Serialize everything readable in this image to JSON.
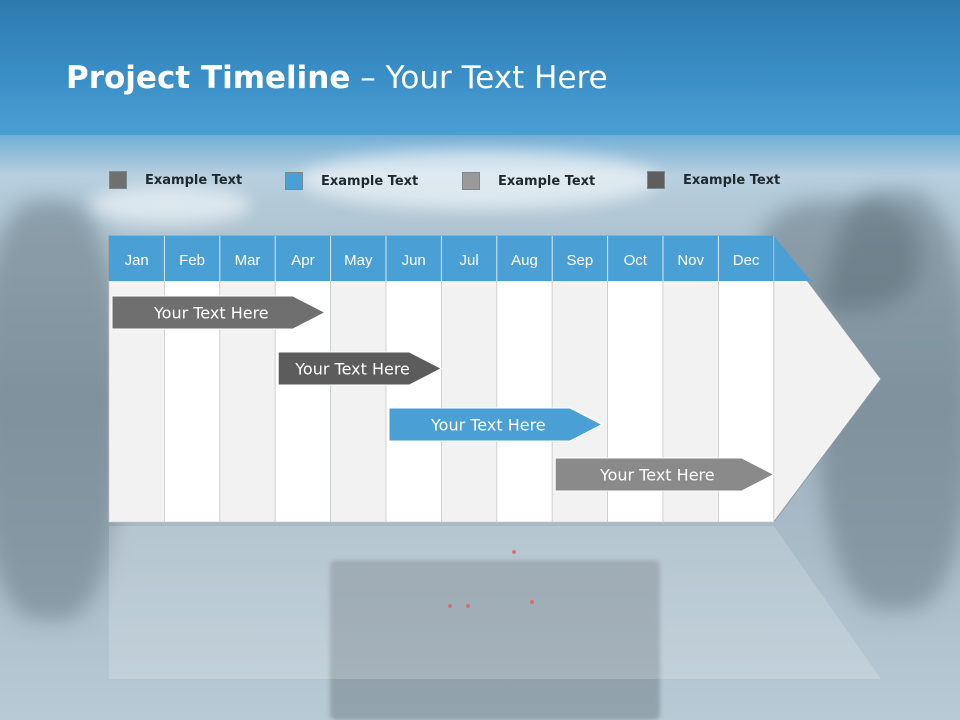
{
  "title": {
    "bold": "Project Timeline",
    "rest": " – Your Text Here"
  },
  "legend": [
    {
      "label": "Example Text",
      "color": "#707070"
    },
    {
      "label": "Example Text",
      "color": "#4a9fd4"
    },
    {
      "label": "Example Text",
      "color": "#9a9a9a"
    },
    {
      "label": "Example Text",
      "color": "#5e5e5e"
    }
  ],
  "months": [
    "Jan",
    "Feb",
    "Mar",
    "Apr",
    "May",
    "Jun",
    "Jul",
    "Aug",
    "Sep",
    "Oct",
    "Nov",
    "Dec"
  ],
  "tasks": [
    {
      "label": "Your  Text Here",
      "start": 0,
      "end": 3.9,
      "color": "#6f6f6f"
    },
    {
      "label": "Your  Text Here",
      "start": 3,
      "end": 6,
      "color": "#5c5c5c"
    },
    {
      "label": "Your  Text Here",
      "start": 5,
      "end": 8.9,
      "color": "#4a9fd4"
    },
    {
      "label": "Your  Text Here",
      "start": 8,
      "end": 12,
      "color": "#8a8a8a"
    }
  ],
  "colors": {
    "header_blue": "#4a9fd4",
    "column_light": "#f2f2f2",
    "column_white": "#ffffff"
  }
}
